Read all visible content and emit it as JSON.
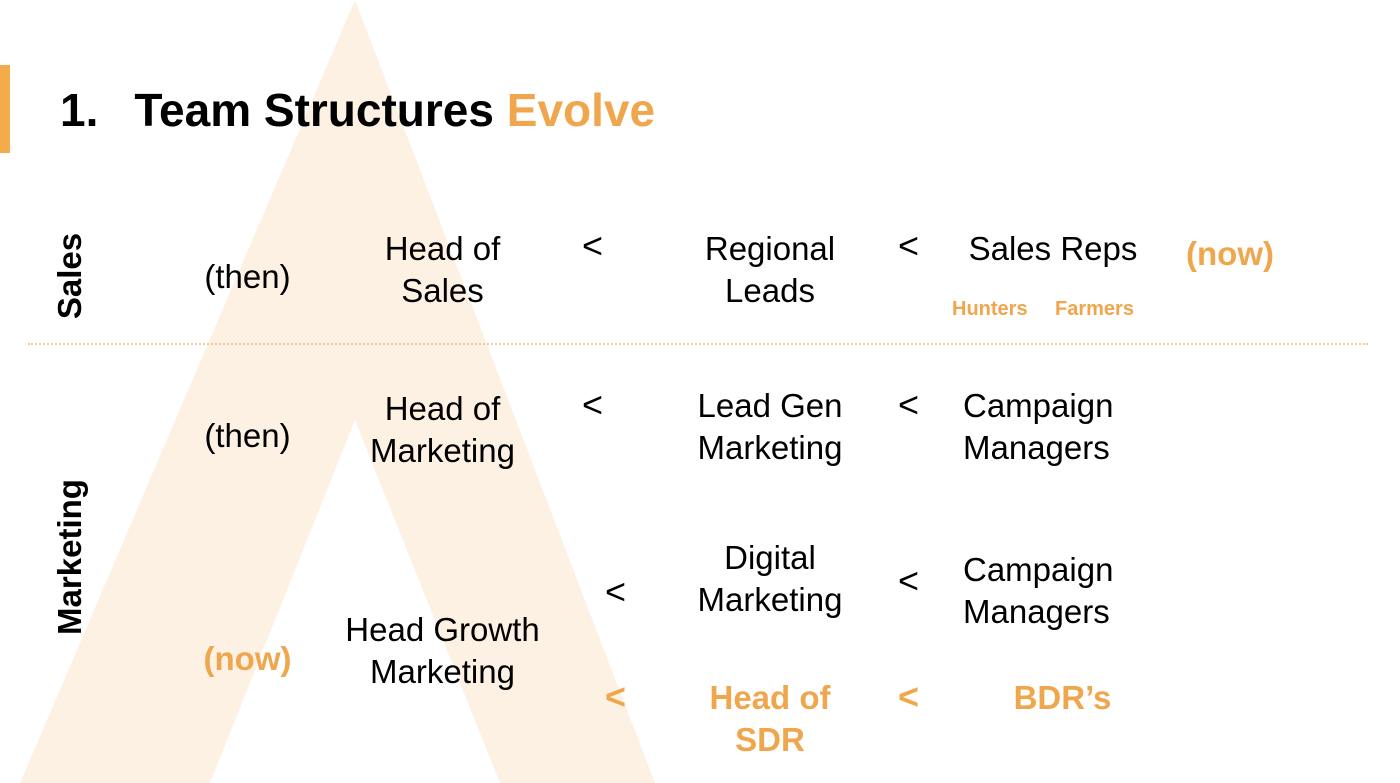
{
  "title": {
    "number": "1.",
    "main": "Team Structures",
    "accent": "Evolve"
  },
  "sections": {
    "sales_label": "Sales",
    "marketing_label": "Marketing"
  },
  "sales": {
    "then_label": "(then)",
    "head": "Head of\nSales",
    "lt1": "<",
    "middle": "Regional\nLeads",
    "lt2": "<",
    "reps": "Sales Reps",
    "now_label": "(now)",
    "hunters": "Hunters",
    "farmers": "Farmers"
  },
  "marketing_then": {
    "then_label": "(then)",
    "head": "Head of\nMarketing",
    "lt1": "<",
    "middle": "Lead Gen\nMarketing",
    "lt2": "<",
    "right": "Campaign\nManagers"
  },
  "marketing_now": {
    "now_label": "(now)",
    "head": "Head Growth\nMarketing",
    "lt1": "<",
    "middle": "Digital\nMarketing",
    "lt2": "<",
    "right": "Campaign\nManagers",
    "lt3": "<",
    "sdr": "Head of\nSDR",
    "lt4": "<",
    "bdr": "BDR’s"
  },
  "colors": {
    "accent": "#f0a64c",
    "background_shape": "#fdf1e4"
  }
}
